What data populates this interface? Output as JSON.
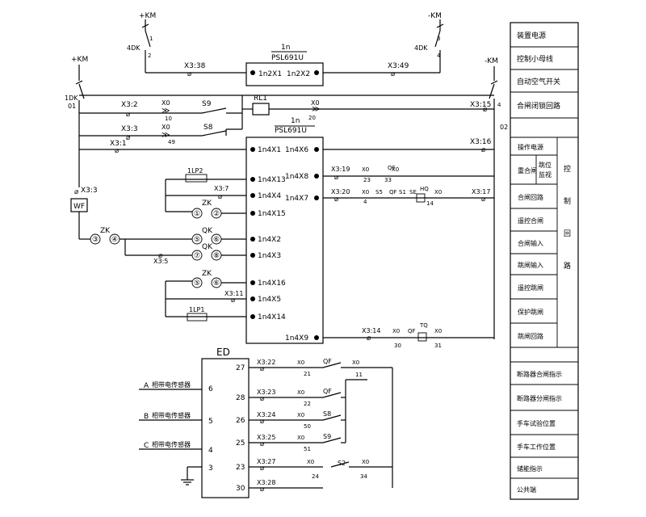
{
  "supply": {
    "plus_km_top": "+KM",
    "minus_km_top": "-KM",
    "plus_km": "+KM",
    "minus_km": "-KM",
    "dk4_left": "4DK",
    "dk4_right": "4DK",
    "dk1": "1DK",
    "n01": "01",
    "n02": "02",
    "n1": "1",
    "n2": "2",
    "n3": "3",
    "n4": "4"
  },
  "top_device": {
    "id": "1n",
    "model": "PSL691U",
    "left_pin": "1n2X1",
    "right_pin": "1n2X2"
  },
  "main_device": {
    "id": "1n",
    "model": "PSL691U",
    "pins_left": [
      "1n4X1",
      "1n4X13",
      "1n4X4",
      "1n4X15",
      "1n4X2",
      "1n4X3",
      "1n4X16",
      "1n4X5",
      "1n4X14"
    ],
    "pins_right": [
      "1n4X6",
      "1n4X8",
      "1n4X7",
      "1n4X9"
    ]
  },
  "terminals": {
    "x338": "X3:38",
    "x349": "X3:49",
    "x32": "X3:2",
    "x33": "X3:3",
    "x31": "X3:1",
    "x313": "X3:3",
    "x37": "X3:7",
    "x35": "X3:5",
    "x311": "X3:11",
    "x315": "X3:15",
    "x316": "X3:16",
    "x319": "X3:19",
    "x320": "X3:20",
    "x317": "X3:17",
    "x314": "X3:14"
  },
  "labels": {
    "x0": "X0",
    "s9": "S9",
    "s8": "S8",
    "rl1": "RL1",
    "n10": "10",
    "n49": "49",
    "n20": "20",
    "n23": "23",
    "n33": "33",
    "n4": "4",
    "n14": "14",
    "n30": "30",
    "n31": "31",
    "qf": "QF",
    "s5": "S5",
    "s1": "S1",
    "se": "SE",
    "hq": "HQ",
    "tq": "TQ",
    "lp2": "1LP2",
    "lp1": "1LP1",
    "zk": "ZK",
    "qk": "QK",
    "wf": "WF",
    "c1": "①",
    "c2": "②",
    "c3": "③",
    "c4": "④",
    "c5": "⑤",
    "c6": "⑥",
    "c7": "⑦",
    "c8": "⑧"
  },
  "ed": {
    "title": "ED",
    "sensor_a": "相带电传感器",
    "sensor_b": "相带电传感器",
    "sensor_c": "相带电传感器",
    "letter_a": "A",
    "letter_b": "B",
    "letter_c": "C",
    "pins_left": [
      "6",
      "5",
      "4",
      "3"
    ],
    "pins_right": [
      "27",
      "28",
      "26",
      "25",
      "23",
      "30"
    ],
    "terms": [
      "X3:22",
      "X3:23",
      "X3:24",
      "X3:25",
      "X3:27",
      "X3:28"
    ],
    "nums": [
      "21",
      "22",
      "50",
      "51",
      "24",
      "34",
      "11"
    ],
    "contacts": [
      "QF",
      "QF",
      "S8",
      "S9",
      "S2"
    ]
  },
  "side_panel": {
    "rows": [
      "装置电源",
      "控制小母线",
      "自动空气开关",
      "合闸闭锁回路",
      "操作电源",
      "重合闸",
      "跳位\n监视",
      "合闸回路",
      "遥控合闸",
      "合闸输入",
      "跳闸输入",
      "遥控跳闸",
      "保护跳闸",
      "跳闸回路",
      "断路器合闸指示",
      "断路器分闸指示",
      "手车试验位置",
      "手车工作位置",
      "储能指示",
      "公共端"
    ],
    "vertical": [
      "控",
      "制",
      "回",
      "路"
    ]
  }
}
